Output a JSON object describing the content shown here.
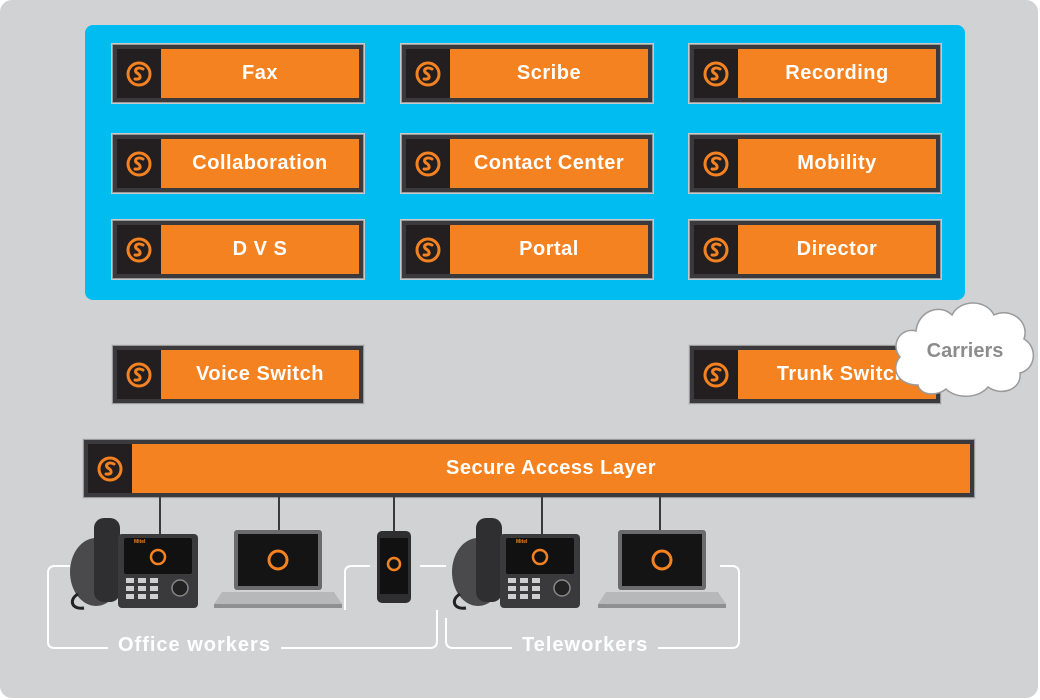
{
  "colors": {
    "background": "#d1d2d4",
    "panel": "#00bcf0",
    "module_bar": "#f58220",
    "module_frame": "#3a3a3c",
    "logo_box": "#231f20",
    "cloud": "#ffffff"
  },
  "icons": {
    "module_logo": "orange-swirl-logo-icon"
  },
  "modules": {
    "fax": "Fax",
    "scribe": "Scribe",
    "recording": "Recording",
    "collaboration": "Collaboration",
    "contact_center": "Contact Center",
    "mobility": "Mobility",
    "dvs": "D V S",
    "portal": "Portal",
    "director": "Director",
    "voice_switch": "Voice Switch",
    "trunk_switch": "Trunk Switch",
    "secure_access_layer": "Secure Access Layer"
  },
  "cloud": {
    "label": "Carriers"
  },
  "groups": {
    "office_workers": "Office workers",
    "teleworkers": "Teleworkers"
  },
  "devices": {
    "phone_brand": "Mitel"
  }
}
